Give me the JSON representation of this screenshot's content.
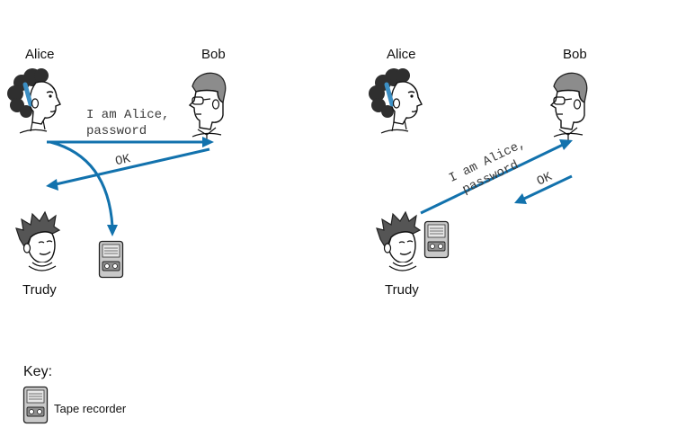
{
  "left_scenario": {
    "alice_label": "Alice",
    "bob_label": "Bob",
    "trudy_label": "Trudy",
    "message_line1": "I am Alice,",
    "message_line2": "password",
    "reply": "OK"
  },
  "right_scenario": {
    "alice_label": "Alice",
    "bob_label": "Bob",
    "trudy_label": "Trudy",
    "message_line1": "I am Alice,",
    "message_line2": "password",
    "reply": "OK"
  },
  "key": {
    "title": "Key:",
    "tape_recorder_label": "Tape recorder"
  },
  "colors": {
    "arrow": "#1272ad",
    "alice_hair": "#333333",
    "alice_headband": "#3c8fc4",
    "bob_hair": "#8c8c8c",
    "trudy_hair": "#555555",
    "recorder_body": "#c9c9c9"
  },
  "icons": {
    "alice": "alice-face-icon",
    "bob": "bob-face-icon",
    "trudy": "trudy-face-icon",
    "recorder": "tape-recorder-icon"
  }
}
